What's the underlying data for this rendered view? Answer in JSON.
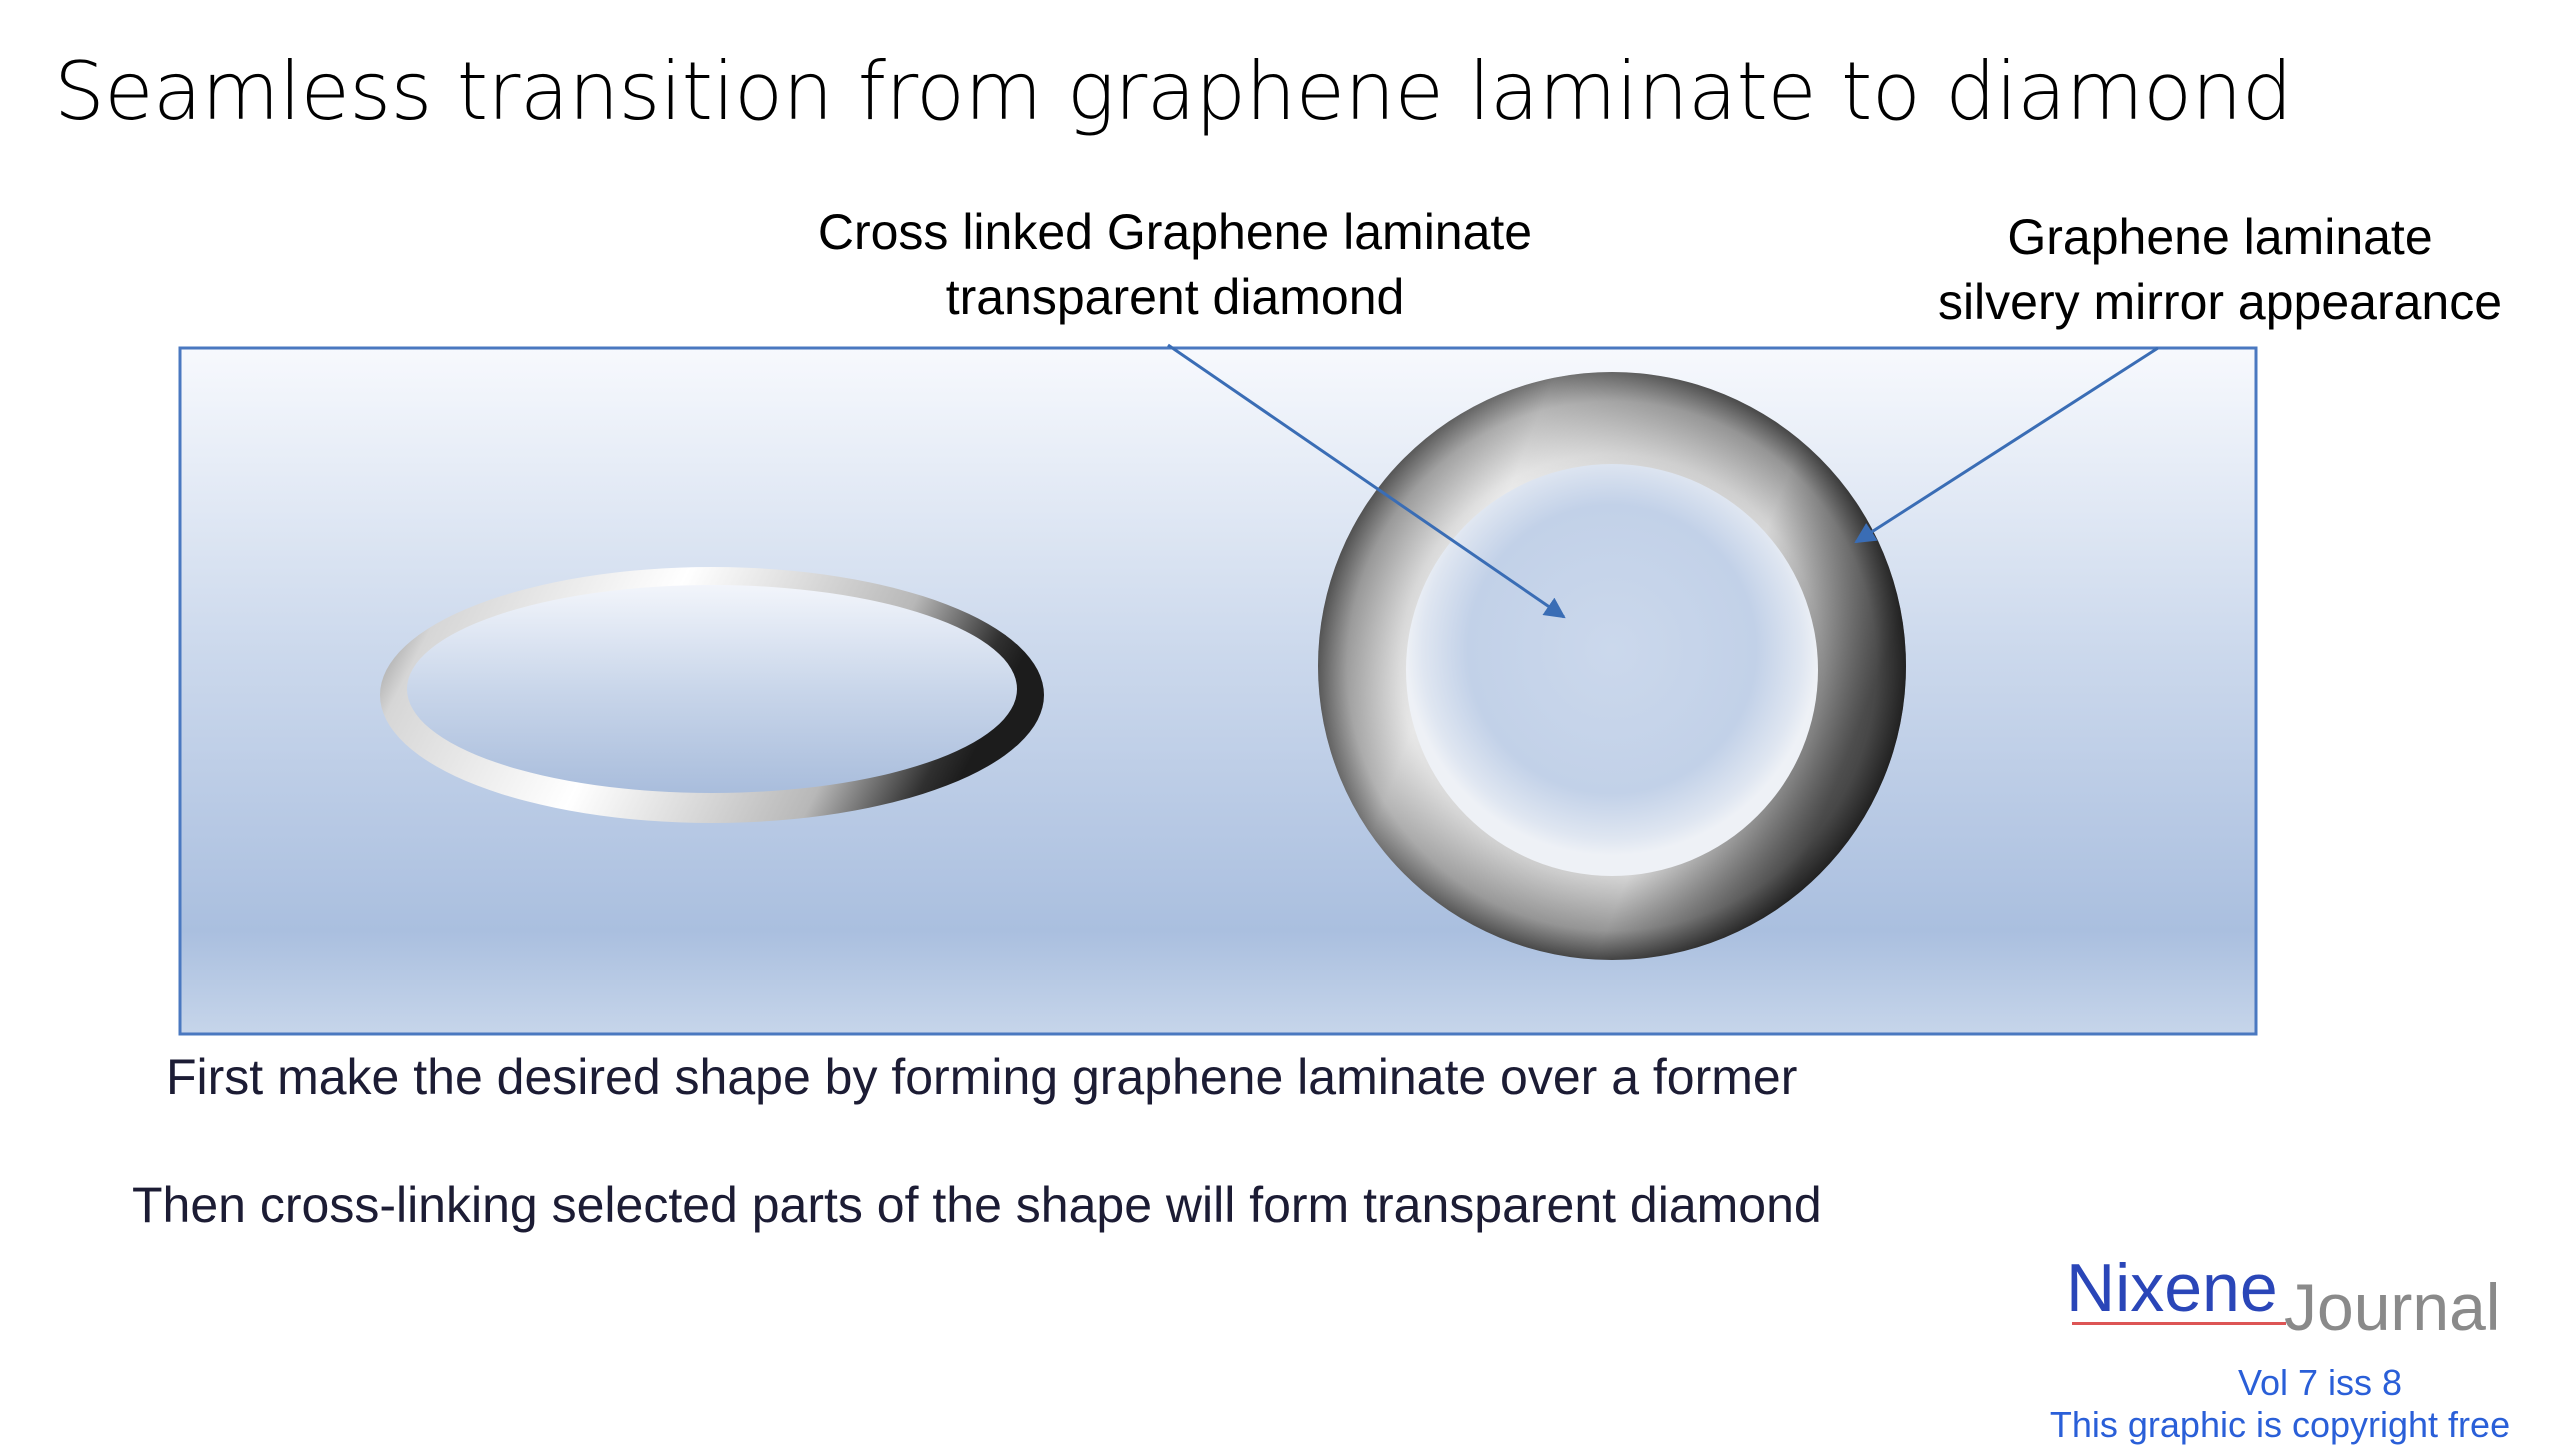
{
  "title": "Seamless transition from graphene laminate to diamond",
  "callouts": {
    "diamond": [
      "Cross linked Graphene laminate",
      "transparent diamond"
    ],
    "mirror": [
      "Graphene laminate",
      "silvery mirror appearance"
    ]
  },
  "captions": {
    "step1": "First make the desired shape by forming graphene laminate over a former",
    "step2": "Then cross-linking selected parts of the shape will form transparent diamond"
  },
  "logo": {
    "nixene": "Nixene",
    "journal": "Journal"
  },
  "footer": {
    "volume": "Vol 7 iss 8",
    "copyright": "This graphic is copyright free"
  },
  "colors": {
    "frame_border": "#4a78c0",
    "arrow": "#3a6db5",
    "logo_blue": "#2a46b8",
    "footer_blue": "#2a5fd8"
  }
}
